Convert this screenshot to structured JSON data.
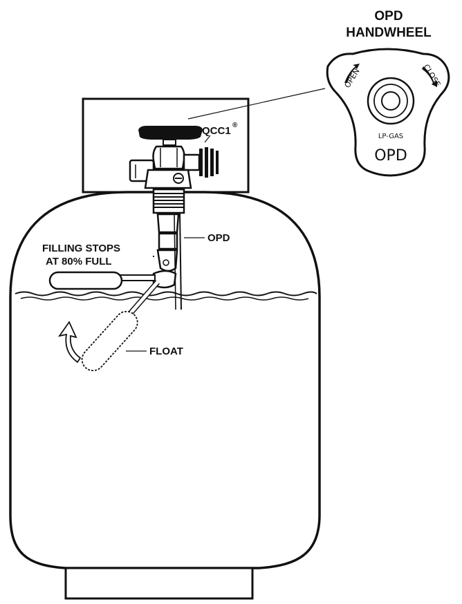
{
  "handwheel": {
    "title_line1": "OPD",
    "title_line2": "HANDWHEEL",
    "open_label": "OPEN",
    "close_label": "CLOSE",
    "gas_label": "LP-GAS",
    "opd_label": "OPD"
  },
  "callouts": {
    "valve": "QCC1",
    "valve_mark": "®",
    "opd": "OPD",
    "fill_line1": "FILLING STOPS",
    "fill_line2": "AT 80% FULL",
    "float": "FLOAT"
  },
  "colors": {
    "ink": "#111111",
    "paper": "#ffffff"
  }
}
